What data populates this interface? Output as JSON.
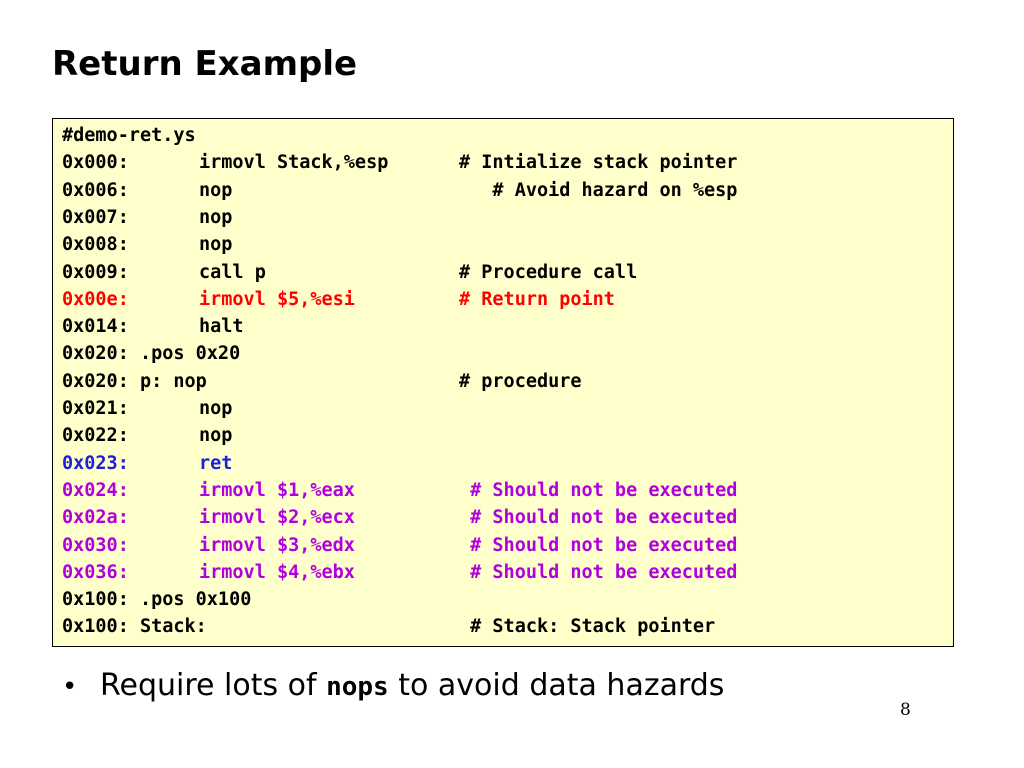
{
  "slide": {
    "title": "Return Example",
    "page_number": "8"
  },
  "code": {
    "header": "#demo-ret.ys",
    "lines": [
      {
        "addr": "0x000:",
        "instr": "irmovl Stack,%esp",
        "comment": "# Intialize stack pointer",
        "color": "#000000"
      },
      {
        "addr": "0x006:",
        "instr": "nop",
        "comment": "   # Avoid hazard on %esp",
        "color": "#000000"
      },
      {
        "addr": "0x007:",
        "instr": "nop",
        "comment": "",
        "color": "#000000"
      },
      {
        "addr": "0x008:",
        "instr": "nop",
        "comment": "",
        "color": "#000000"
      },
      {
        "addr": "0x009:",
        "instr": "call p",
        "comment": "# Procedure call",
        "color": "#000000"
      },
      {
        "addr": "0x00e:",
        "instr": "irmovl $5,%esi",
        "comment": "# Return point",
        "color": "#ff0000"
      },
      {
        "addr": "0x014:",
        "instr": "halt",
        "comment": "",
        "color": "#000000"
      },
      {
        "addr": "0x020: .pos 0x20",
        "instr": "",
        "comment": "",
        "color": "#000000"
      },
      {
        "addr": "0x020: p: nop",
        "instr": "",
        "comment": "# procedure",
        "color": "#000000"
      },
      {
        "addr": "0x021:",
        "instr": "nop",
        "comment": "",
        "color": "#000000"
      },
      {
        "addr": "0x022:",
        "instr": "nop",
        "comment": "",
        "color": "#000000"
      },
      {
        "addr": "0x023:",
        "instr": "ret",
        "comment": "",
        "color": "#1f1fd9"
      },
      {
        "addr": "0x024:",
        "instr": "irmovl $1,%eax",
        "comment": " # Should not be executed",
        "color": "#b000e0"
      },
      {
        "addr": "0x02a:",
        "instr": "irmovl $2,%ecx",
        "comment": " # Should not be executed",
        "color": "#b000e0"
      },
      {
        "addr": "0x030:",
        "instr": "irmovl $3,%edx",
        "comment": " # Should not be executed",
        "color": "#b000e0"
      },
      {
        "addr": "0x036:",
        "instr": "irmovl $4,%ebx",
        "comment": " # Should not be executed",
        "color": "#b000e0"
      },
      {
        "addr": "0x100: .pos 0x100",
        "instr": "",
        "comment": "",
        "color": "#000000"
      },
      {
        "addr": "0x100: Stack:",
        "instr": "",
        "comment": " # Stack: Stack pointer",
        "color": "#000000"
      }
    ]
  },
  "bullet": {
    "marker": "•",
    "text_before": "Require lots of ",
    "code_word": "nops",
    "text_after": " to avoid data hazards"
  }
}
